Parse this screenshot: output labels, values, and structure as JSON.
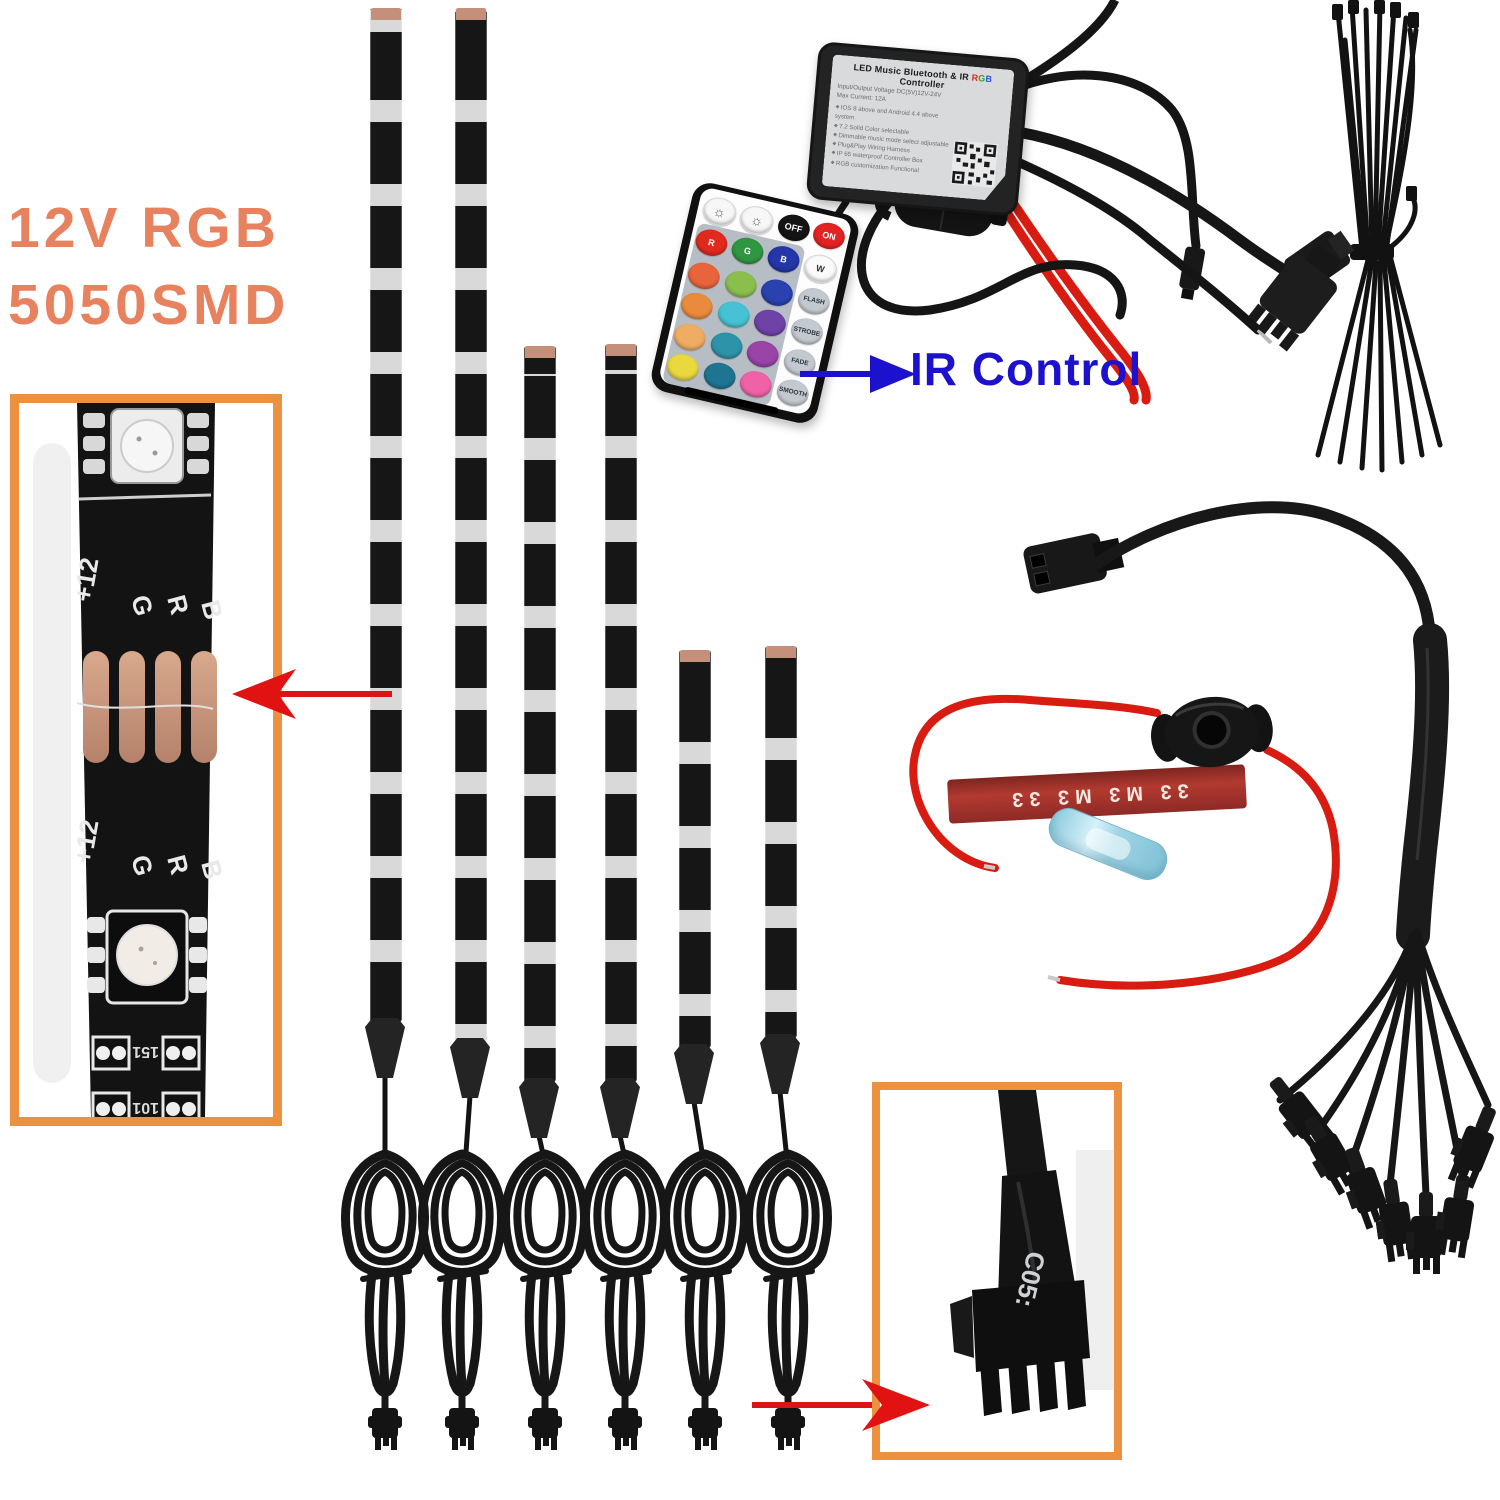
{
  "title": {
    "line1": "12V RGB",
    "line2": "5050SMD",
    "color": "#e8815e"
  },
  "ir_label": {
    "text": "IR Control",
    "color": "#1c12cd"
  },
  "controller": {
    "title": {
      "pre": "LED Music Bluetooth & IR ",
      "r": "R",
      "g": "G",
      "b": "B",
      "post": " Controller"
    },
    "subtitle1": "Input/Output Voltage DC(5V)12V-24V",
    "subtitle2": "Max Current: 12A",
    "bullets": [
      "IOS 8 above and Android 4.4 above system",
      "7.2 Solid Color selectable",
      "Dimmable music mode select adjustable",
      "Plug&Play Wiring Harness",
      "IP 65 waterproof Controller Box",
      "RGB customization Functional"
    ]
  },
  "remote": {
    "rows": [
      [
        {
          "t": "☼",
          "bg": "#f7f7f7",
          "fg": "#666"
        },
        {
          "t": "☼",
          "bg": "#f7f7f7",
          "fg": "#666"
        },
        {
          "t": "OFF",
          "bg": "#141414",
          "fg": "#ffffff"
        },
        {
          "t": "ON",
          "bg": "#e32222",
          "fg": "#ffffff"
        }
      ],
      [
        {
          "t": "R",
          "bg": "#e02a1e",
          "fg": "#ffffff"
        },
        {
          "t": "G",
          "bg": "#2f9641",
          "fg": "#ffffff"
        },
        {
          "t": "B",
          "bg": "#2436a8",
          "fg": "#ffffff"
        },
        {
          "t": "W",
          "bg": "#fafafa",
          "fg": "#333333"
        }
      ],
      [
        {
          "t": "",
          "bg": "#e8643a",
          "fg": "#ffffff"
        },
        {
          "t": "",
          "bg": "#8abf4e",
          "fg": "#ffffff"
        },
        {
          "t": "",
          "bg": "#2a41b0",
          "fg": "#ffffff"
        },
        {
          "t": "FLASH",
          "bg": "#c3c9cf",
          "fg": "#273340"
        }
      ],
      [
        {
          "t": "",
          "bg": "#ea8a3c",
          "fg": "#ffffff"
        },
        {
          "t": "",
          "bg": "#46c2d4",
          "fg": "#ffffff"
        },
        {
          "t": "",
          "bg": "#6f42a8",
          "fg": "#ffffff"
        },
        {
          "t": "STROBE",
          "bg": "#c3c9cf",
          "fg": "#273340"
        }
      ],
      [
        {
          "t": "",
          "bg": "#f0ac62",
          "fg": "#ffffff"
        },
        {
          "t": "",
          "bg": "#2c93a8",
          "fg": "#ffffff"
        },
        {
          "t": "",
          "bg": "#9a44a8",
          "fg": "#ffffff"
        },
        {
          "t": "FADE",
          "bg": "#c3c9cf",
          "fg": "#273340"
        }
      ],
      [
        {
          "t": "",
          "bg": "#e9d83e",
          "fg": "#ffffff"
        },
        {
          "t": "",
          "bg": "#1f7492",
          "fg": "#ffffff"
        },
        {
          "t": "",
          "bg": "#ef62a8",
          "fg": "#ffffff"
        },
        {
          "t": "SMOOTH",
          "bg": "#c3c9cf",
          "fg": "#273340"
        }
      ]
    ]
  },
  "strip_closeup": {
    "plus12": "+12",
    "g": "G",
    "r": "R",
    "b": "B",
    "res1": "151",
    "res2": "101"
  },
  "connector_closeup": {
    "marking": "C05:"
  },
  "tape": {
    "text": "33  M3  M3  33"
  },
  "colors": {
    "box_border": "#ec9140",
    "arrow_red": "#e01212",
    "arrow_blue": "#1c12cd",
    "strip_black": "#161616",
    "copper": "#c28e76",
    "tape_red": "#a03028",
    "wire_red": "#d81c12",
    "blue_connector": "#a6d9ea"
  }
}
